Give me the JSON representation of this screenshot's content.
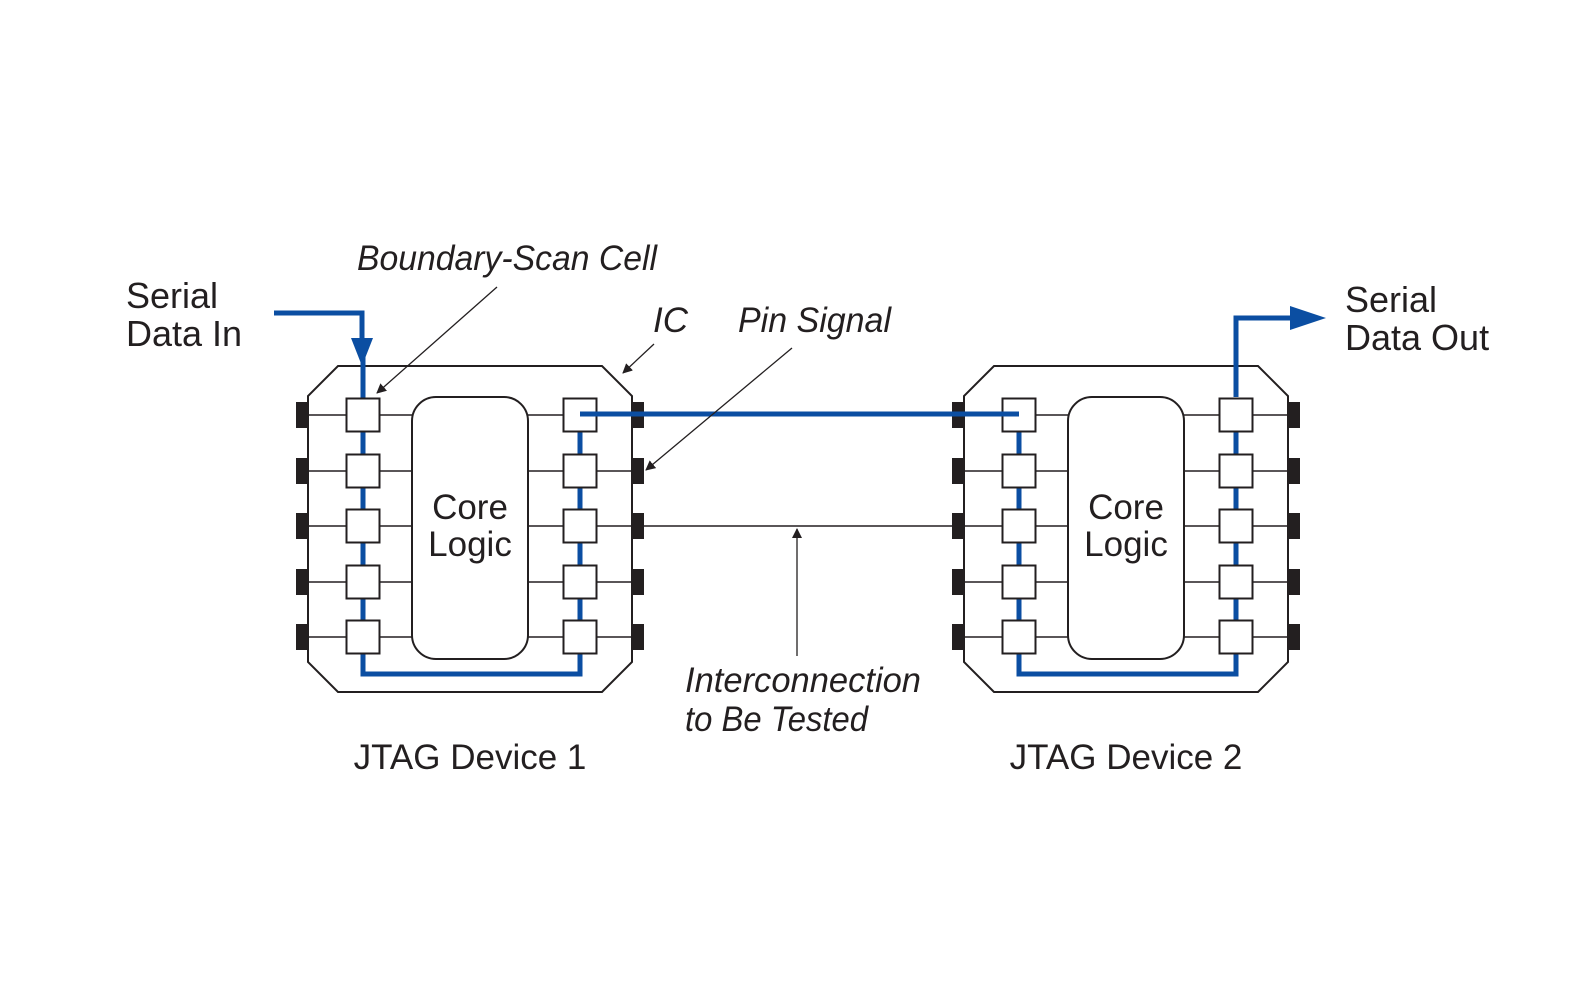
{
  "labels": {
    "serial_in_line1": "Serial",
    "serial_in_line2": "Data In",
    "serial_out_line1": "Serial",
    "serial_out_line2": "Data Out",
    "boundary_scan_cell": "Boundary-Scan Cell",
    "ic": "IC",
    "pin_signal": "Pin Signal",
    "interconnection_line1": "Interconnection",
    "interconnection_line2": "to Be Tested"
  },
  "devices": [
    {
      "name": "JTAG Device 1",
      "core_line1": "Core",
      "core_line2": "Logic"
    },
    {
      "name": "JTAG Device 2",
      "core_line1": "Core",
      "core_line2": "Logic"
    }
  ],
  "colors": {
    "scan_path": "#0b4ea2",
    "outline": "#231f20",
    "pin": "#231f20",
    "background": "#ffffff"
  }
}
